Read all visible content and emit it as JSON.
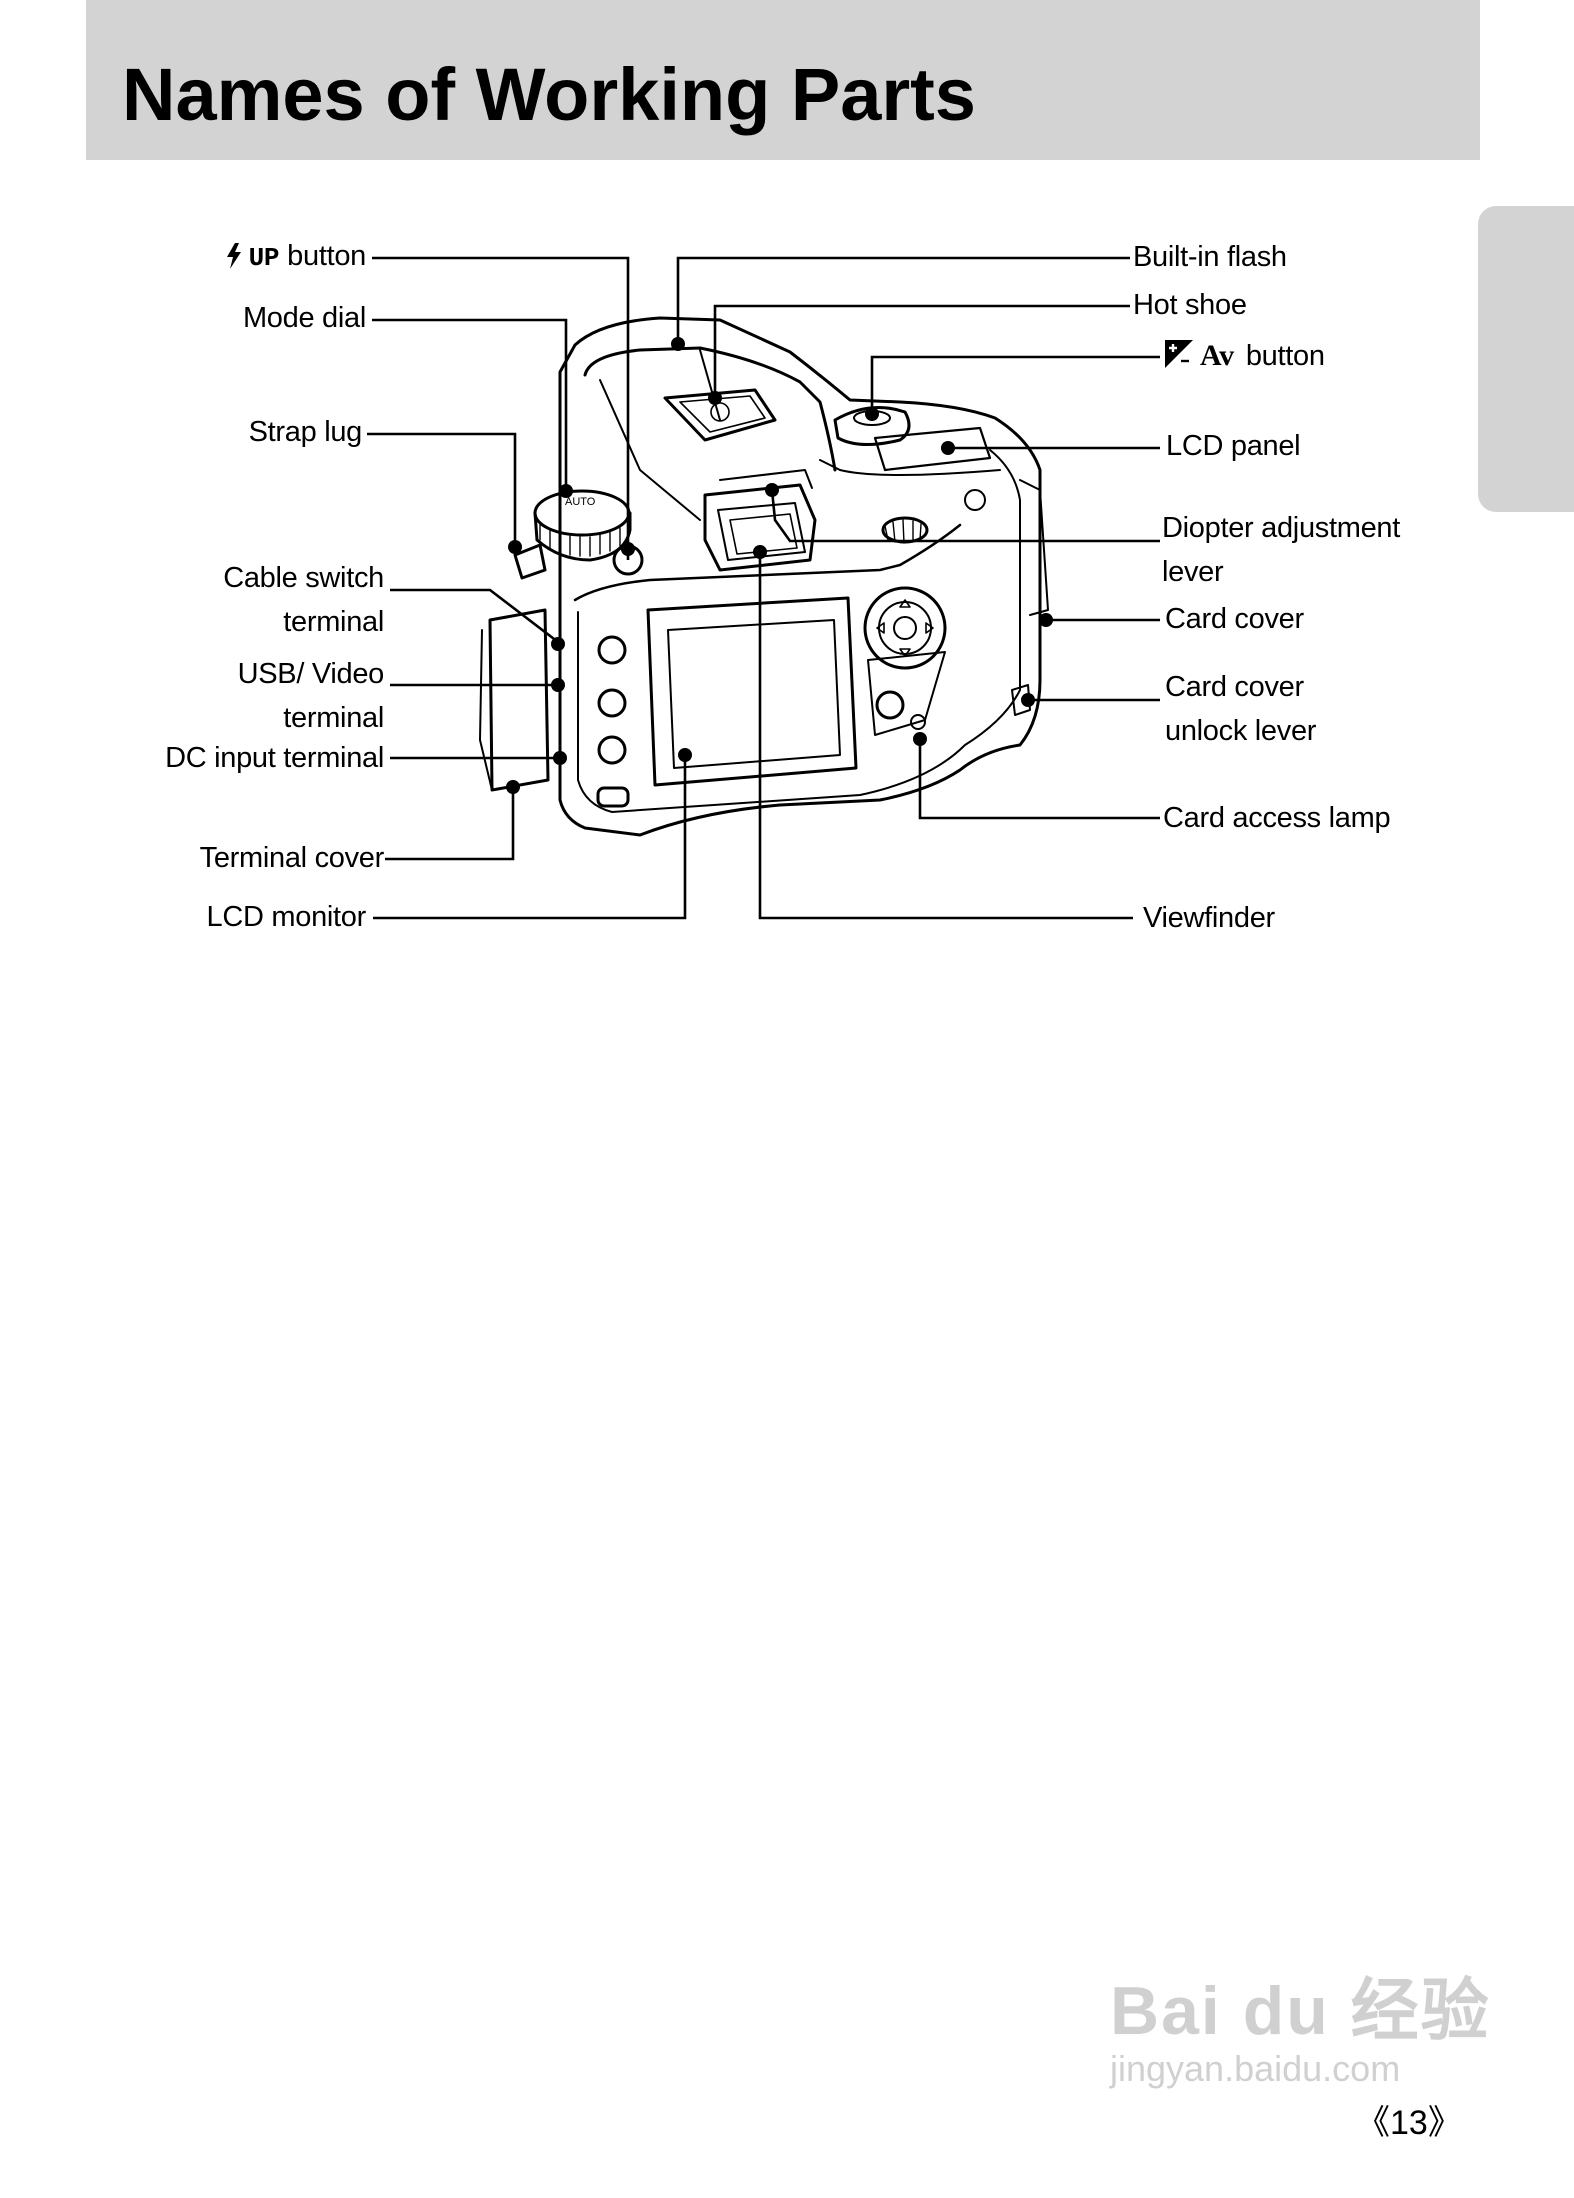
{
  "header": {
    "title": "Names of Working Parts"
  },
  "labels": {
    "flash_up_icon_text": "UP",
    "flash_up_button": "button",
    "mode_dial": "Mode dial",
    "strap_lug": "Strap lug",
    "cable_switch_l1": "Cable switch",
    "cable_switch_l2": "terminal",
    "usb_video_l1": "USB/ Video",
    "usb_video_l2": "terminal",
    "dc_input": "DC input terminal",
    "terminal_cover": "Terminal cover",
    "lcd_monitor": "LCD monitor",
    "built_in_flash": "Built-in flash",
    "hot_shoe": "Hot shoe",
    "av_icon_text": "Av",
    "av_button": "button",
    "lcd_panel": "LCD panel",
    "diopter_l1": "Diopter adjustment",
    "diopter_l2": "lever",
    "card_cover": "Card cover",
    "card_unlock_l1": "Card cover",
    "card_unlock_l2": "unlock lever",
    "card_access_lamp": "Card access lamp",
    "viewfinder": "Viewfinder"
  },
  "icons": {
    "flash_up": "flash-up-icon",
    "exposure_comp": "exposure-compensation-icon"
  },
  "watermark": {
    "logo": "Bai du 经验",
    "url": "jingyan.baidu.com"
  },
  "page_number": "《13》"
}
